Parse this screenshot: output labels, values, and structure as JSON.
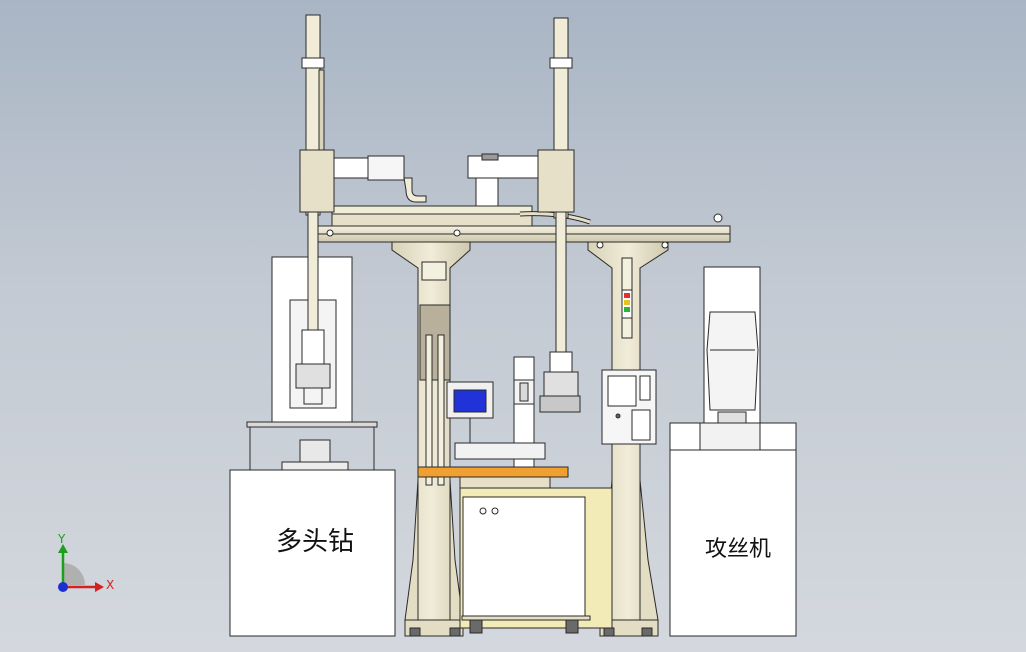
{
  "labels": {
    "left_machine": "多头钻",
    "right_machine": "攻丝机"
  },
  "triad": {
    "x_label": "X",
    "y_label": "Y",
    "x_color": "#d42020",
    "y_color": "#1aa01a",
    "z_color": "#1c2fd0"
  },
  "colors": {
    "frame": "#e6e0c8",
    "frame_shadow": "#b9b29a",
    "white": "#ffffff",
    "screen": "#1f33d8",
    "accent_orange": "#f0a030",
    "accent_yellow": "#f2ebb8",
    "outline": "#2a2a2a"
  }
}
